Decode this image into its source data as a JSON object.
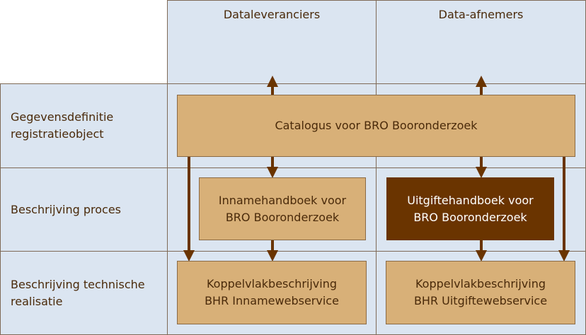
{
  "columns": {
    "suppliers": "Dataleveranciers",
    "consumers": "Data-afnemers"
  },
  "rows": {
    "definition": "Gegevensdefinitie registratieobject",
    "process": "Beschrijving proces",
    "technical": "Beschrijving technische realisatie"
  },
  "boxes": {
    "catalogue": "Catalogus voor BRO Booronderzoek",
    "intake_handbook": "Innamehandboek voor BRO Booronderzoek",
    "output_handbook": "Uitgiftehandboek voor BRO Booronderzoek",
    "intake_interface": "Koppelvlakbeschrijving BHR Innamewebservice",
    "output_interface": "Koppelvlakbeschrijving BHR Uitgiftewebservice"
  },
  "colors": {
    "cell_fill": "#dbe5f1",
    "box_fill": "#d8b078",
    "highlight_fill": "#6a3400",
    "arrow": "#6a3400",
    "text": "#4a2a0a"
  }
}
